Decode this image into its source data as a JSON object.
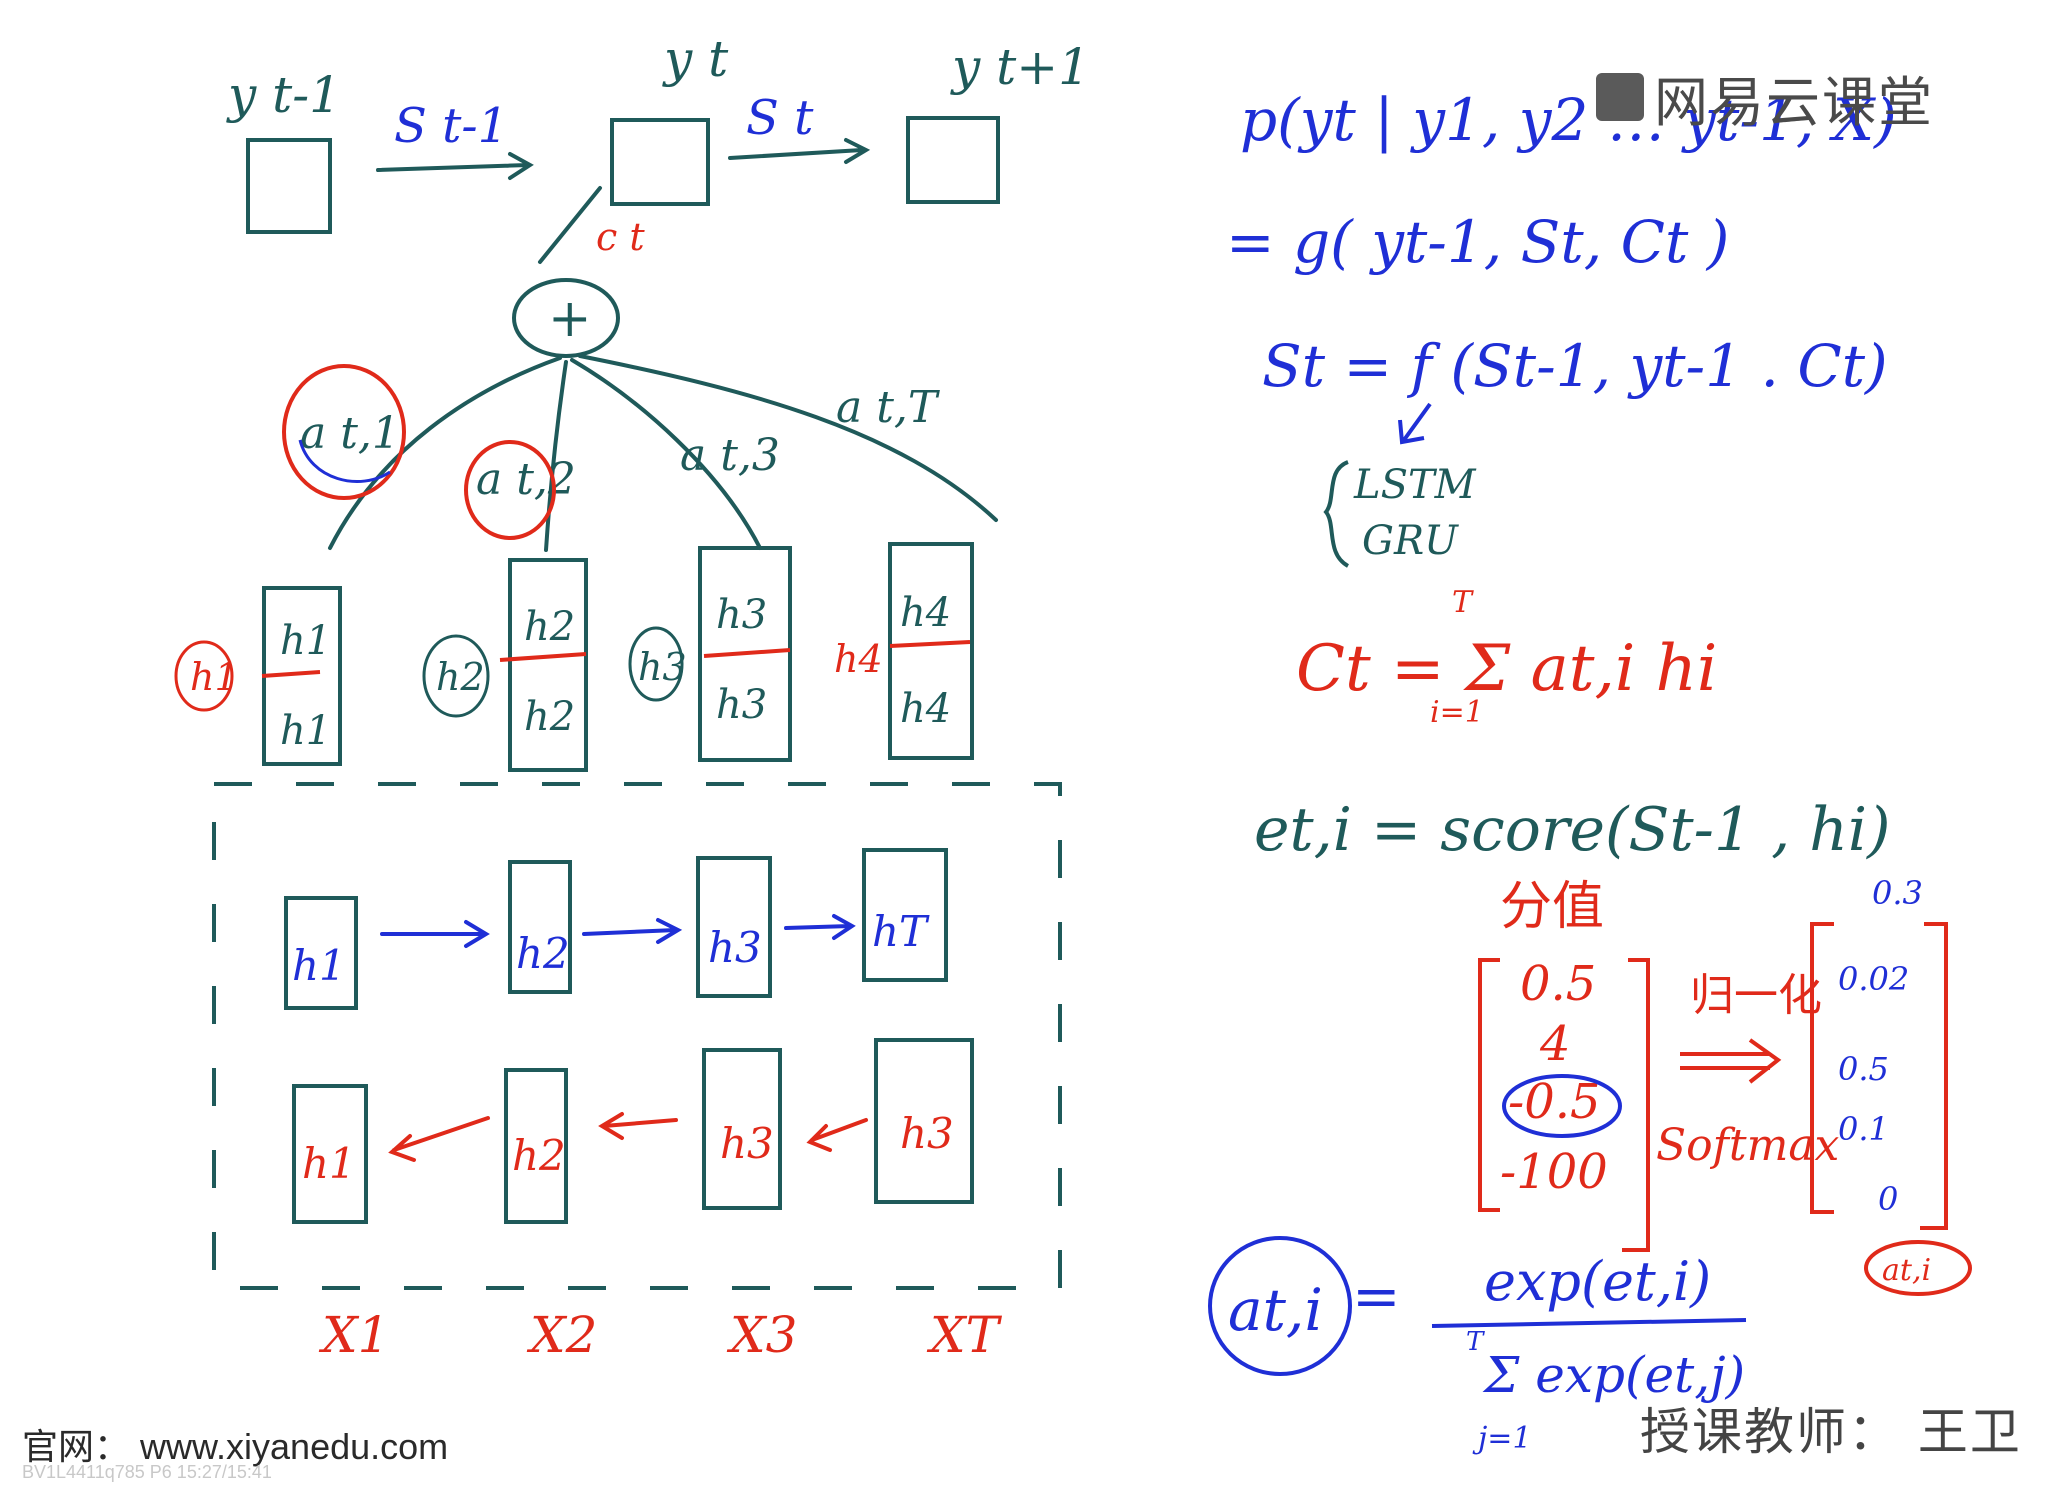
{
  "watermark": {
    "text": "网易云课堂"
  },
  "footer": {
    "site_label": "官网：",
    "site_url": "www.xiyanedu.com",
    "video_id": "BV1L4411q785 P6 15:27/15:41"
  },
  "teacher": {
    "label": "授课教师：",
    "name": "王卫"
  },
  "decoder": {
    "outputs": [
      "y t-1",
      "y t",
      "y t+1"
    ],
    "states": [
      "S t-1",
      "S t"
    ],
    "context": "c t",
    "sum": "+"
  },
  "attention": {
    "weights": [
      "a t,1",
      "a t,2",
      "a t,3",
      "a t,T"
    ]
  },
  "encoder_top": {
    "hidden": [
      "h1",
      "h2",
      "h3",
      "h4"
    ],
    "forward": [
      "h1",
      "h2",
      "h3",
      "h4"
    ],
    "backward": [
      "h1",
      "h2",
      "h3",
      "h4"
    ]
  },
  "encoder_bottom": {
    "forward": [
      "h1",
      "h2",
      "h3",
      "hT"
    ],
    "backward": [
      "h1",
      "h2",
      "h3",
      "h3"
    ],
    "inputs": [
      "X1",
      "X2",
      "X3",
      "XT"
    ]
  },
  "equations": {
    "eq1": "p(yt | y1, y2 … yt-1, X)",
    "eq2": "= g( yt-1, St, Ct )",
    "eq3": "St = f (St-1, yt-1 . Ct)",
    "rnn_options": [
      "LSTM",
      "GRU"
    ],
    "context_def": "Ct = Σ at,i hi",
    "sum_top": "T",
    "sum_bottom": "i=1",
    "score_def": "et,i = score(St-1 , hi)",
    "score_label": "分值",
    "score_values": [
      "0.5",
      "4",
      "-0.5",
      "-100"
    ],
    "normalize_label": "归一化",
    "softmax_label": "Softmax",
    "prob_values": [
      "0.3",
      "0.02",
      "0.5",
      "0.1",
      "0"
    ],
    "prob_highlight": "at,i",
    "attn_lhs": "at,i",
    "attn_numerator": "exp(et,i)",
    "attn_denominator": "Σ exp(et,j)",
    "attn_den_top": "T",
    "attn_den_bottom": "j=1"
  },
  "colors": {
    "teal": "#1f5a5a",
    "blue": "#1f2fd6",
    "red": "#e02a1a"
  }
}
